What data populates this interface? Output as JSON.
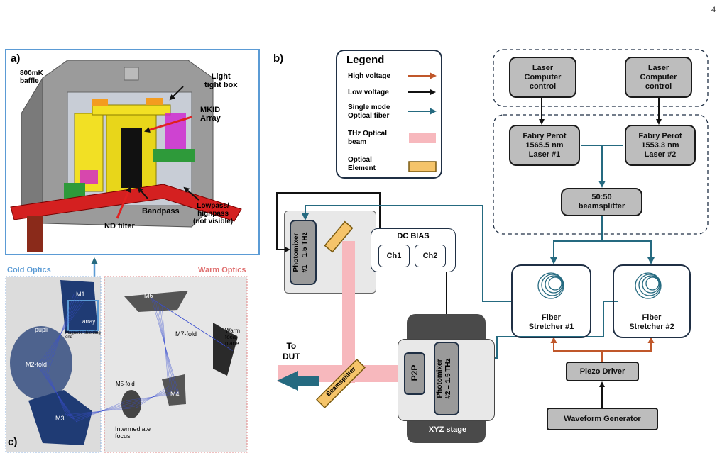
{
  "page_number": "4",
  "panel_labels": {
    "a": "a)",
    "b": "b)",
    "c": "c)"
  },
  "panel_a": {
    "labels": {
      "baffle": "800mK\nbaffle",
      "light_tight_box": "Light\ntight box",
      "mkid_array": "MKID\nArray",
      "lowpass": "Lowpass/\nhighpass\n(not visible)",
      "bandpass": "Bandpass",
      "nd_filter": "ND filter"
    }
  },
  "panel_c": {
    "cold_optics": "Cold Optics",
    "warm_optics": "Warm Optics",
    "labels": {
      "m1": "M1",
      "pupil": "pupil",
      "array": "array",
      "magnetic": "Magnetic shielding\nend",
      "m2": "M2-fold",
      "m3": "M3",
      "m6": "M6",
      "m7": "M7-fold",
      "warm_focal": "Warm\nfocal\nplane",
      "m5": "M5-fold",
      "m4": "M4",
      "intermediate": "Intermediate\nfocus"
    }
  },
  "legend": {
    "title": "Legend",
    "items": [
      {
        "label": "High voltage"
      },
      {
        "label": "Low voltage"
      },
      {
        "label": "Single mode\nOptical fiber"
      },
      {
        "label": "THz Optical\nbeam"
      },
      {
        "label": "Optical\nElement"
      }
    ]
  },
  "blocks": {
    "laser_ctrl_1": "Laser\nComputer\ncontrol",
    "laser_ctrl_2": "Laser\nComputer\ncontrol",
    "fp1": "Fabry Perot\n1565.5 nm\nLaser #1",
    "fp2": "Fabry Perot\n1553.3 nm\nLaser #2",
    "splitter": "50:50\nbeamsplitter",
    "stretcher1": "Fiber\nStretcher #1",
    "stretcher2": "Fiber\nStretcher #2",
    "piezo": "Piezo Driver",
    "waveform": "Waveform Generator",
    "dc_bias": "DC BIAS",
    "ch1": "Ch1",
    "ch2": "Ch2",
    "photomixer1": "Photomixer\n#1 – 1.5 THz",
    "photomixer2": "Photomixer\n#2 – 1.5 THz",
    "p2p": "P2P",
    "xyz": "XYZ stage",
    "beamsplitter": "Beamsplitter",
    "to_dut": "To\nDUT"
  },
  "colors": {
    "high_voltage": "#c0572a",
    "low_voltage": "#111111",
    "fiber": "#256a80",
    "thz_beam": "#f7b8bd",
    "optical_element": "#f5c46a",
    "block_fill": "#bdbdbd",
    "panel_border": "#5b9bd5",
    "cold_border": "#8fb3e0",
    "warm_border": "#e08080",
    "mirror_blue": "#1f3b74"
  }
}
